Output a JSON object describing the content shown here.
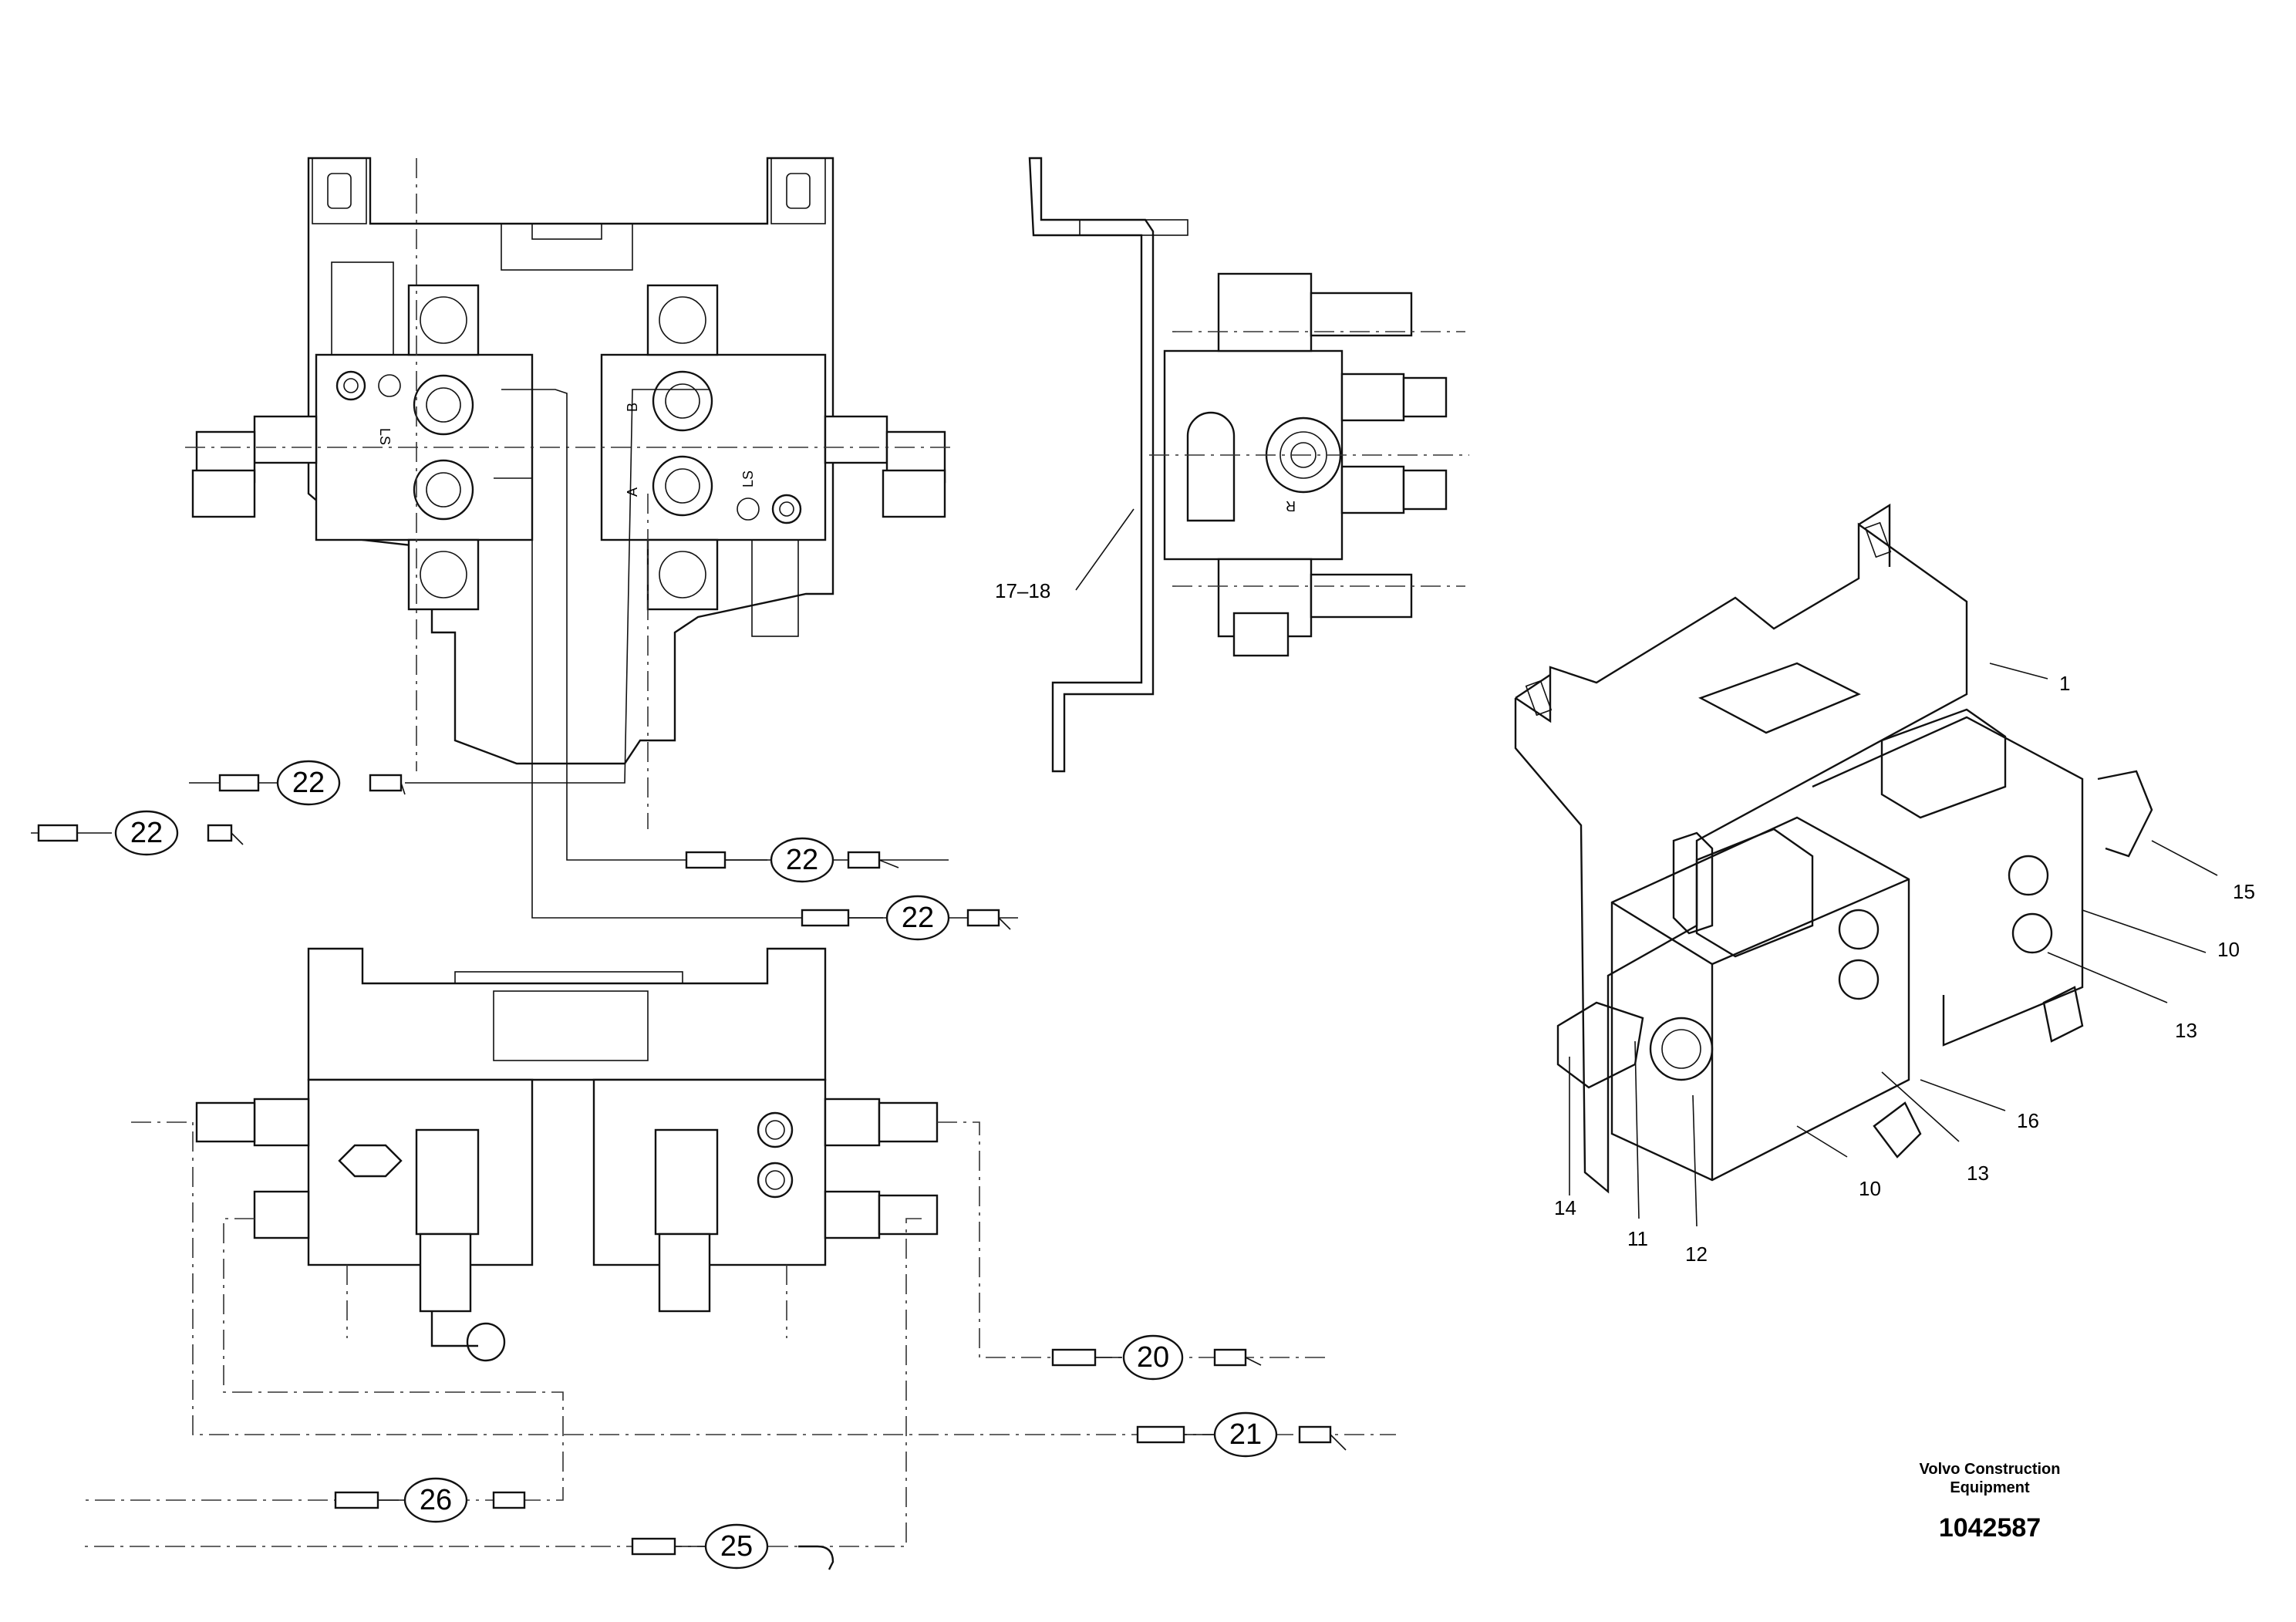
{
  "diagram": {
    "title_block": {
      "brand_line1": "Volvo Construction",
      "brand_line2": "Equipment",
      "document_number": "1042587"
    },
    "hose_callouts": [
      "22",
      "22",
      "22",
      "22",
      "20",
      "21",
      "26",
      "25"
    ],
    "part_callouts": [
      "17–18",
      "1",
      "15",
      "10",
      "13",
      "16",
      "13",
      "10",
      "14",
      "11",
      "12"
    ],
    "port_labels": [
      "LS",
      "B",
      "A",
      "LS",
      "R"
    ]
  }
}
